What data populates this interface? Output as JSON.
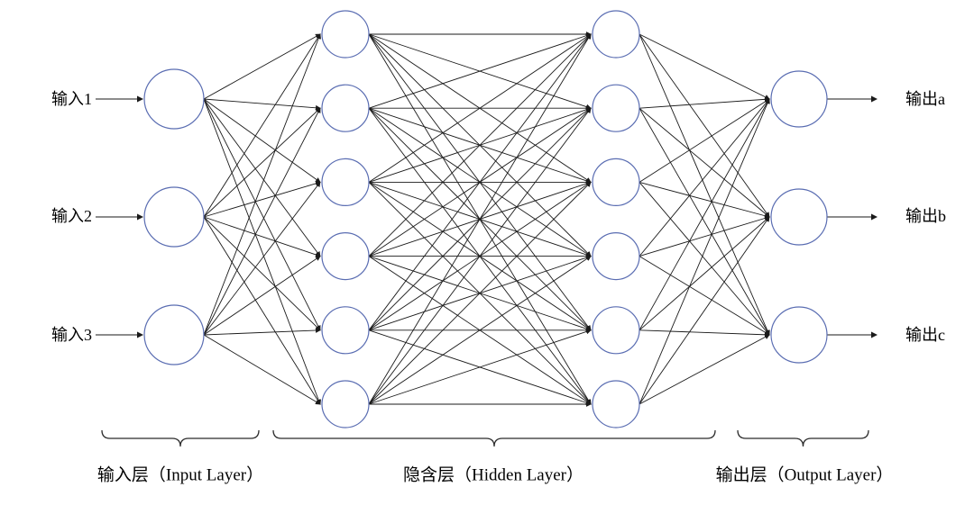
{
  "diagram": {
    "type": "fully-connected-neural-network",
    "layers": [
      {
        "name": "input-layer",
        "nodes": 3
      },
      {
        "name": "hidden-layer-1",
        "nodes": 6
      },
      {
        "name": "hidden-layer-2",
        "nodes": 6
      },
      {
        "name": "output-layer",
        "nodes": 3
      }
    ],
    "input_labels": [
      "输入1",
      "输入2",
      "输入3"
    ],
    "output_labels": [
      "输出a",
      "输出b",
      "输出c"
    ],
    "layer_captions": [
      "输入层（Input Layer）",
      "隐含层（Hidden Layer）",
      "输出层（Output Layer）"
    ],
    "colors": {
      "node_stroke": "#5a6db2",
      "node_fill": "#ffffff",
      "edge": "#1a1a1a",
      "brace": "#2b2b2b",
      "background": "#ffffff"
    }
  }
}
